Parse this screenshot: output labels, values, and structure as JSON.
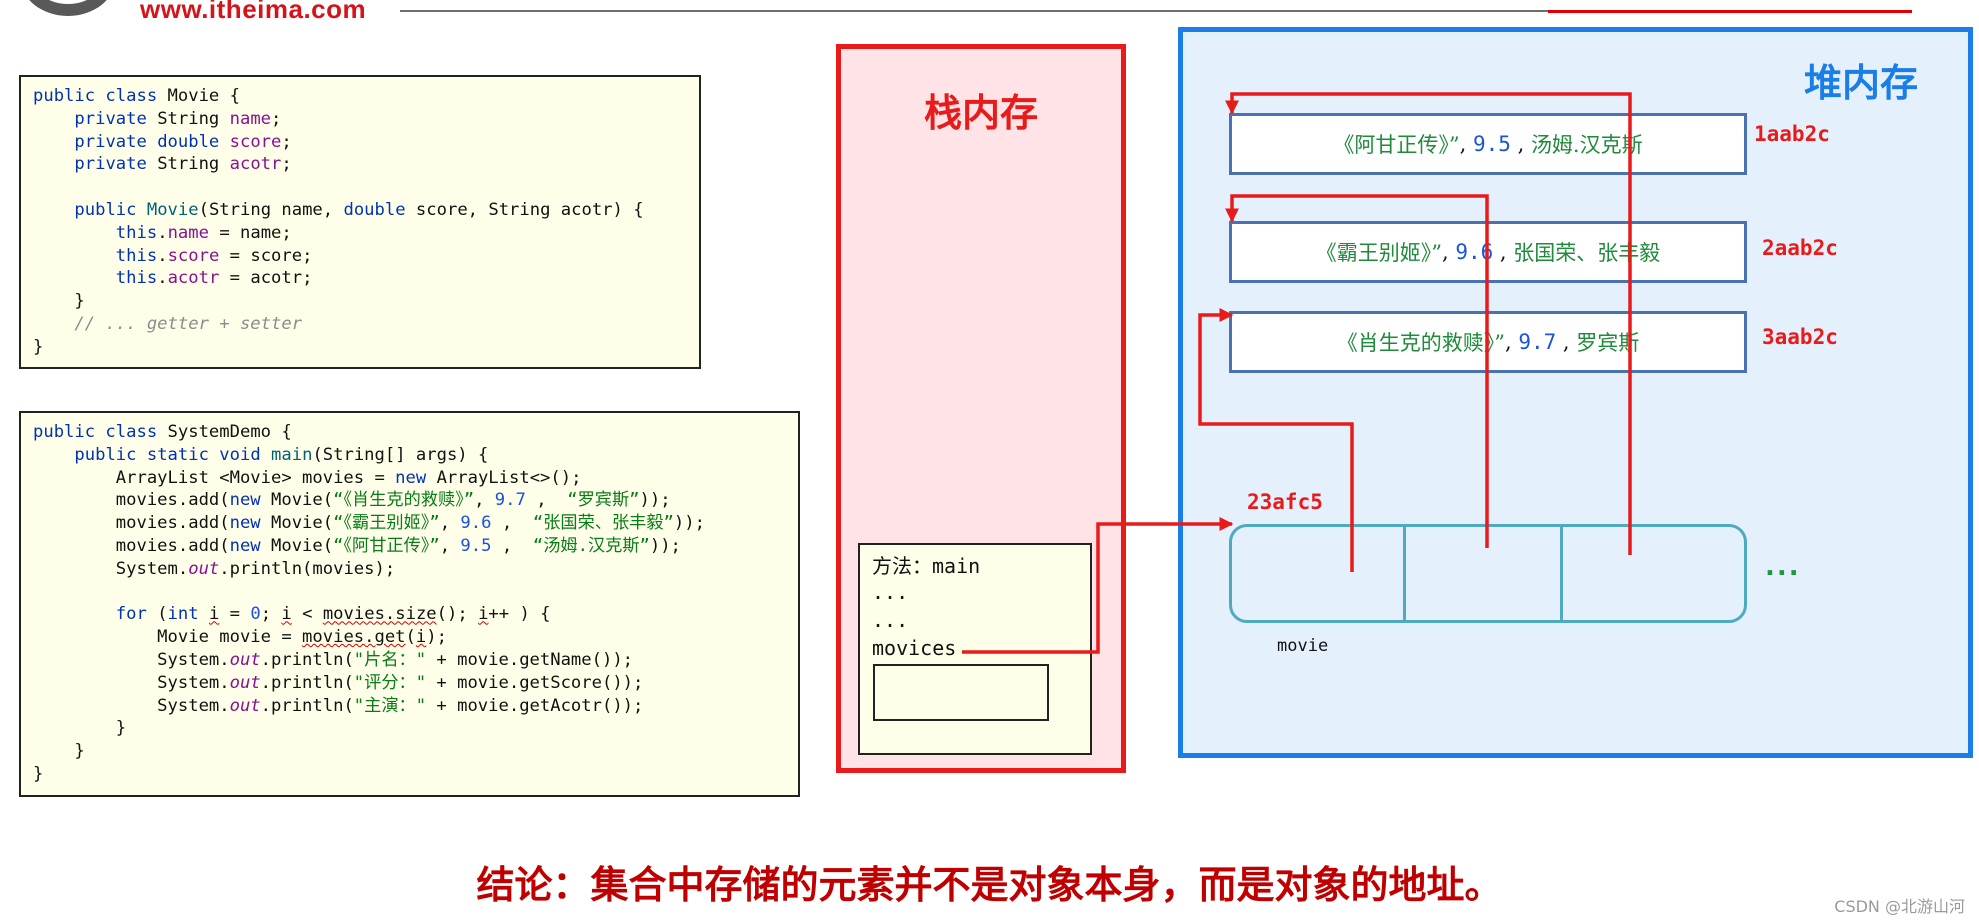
{
  "header": {
    "logo_url_text": "www.itheima.com"
  },
  "code_movie": {
    "lines": [
      "public class Movie {",
      "    private String name;",
      "    private double score;",
      "    private String acotr;",
      "",
      "    public Movie(String name, double score, String acotr) {",
      "        this.name = name;",
      "        this.score = score;",
      "        this.acotr = acotr;",
      "    }",
      "    // ... getter + setter",
      "}"
    ]
  },
  "code_demo": {
    "lines": [
      "public class SystemDemo {",
      "    public static void main(String[] args) {",
      "        ArrayList <Movie> movies = new ArrayList<>();",
      "        movies.add(new Movie(“《肖生克的救赎》”, 9.7 ,  “罗宾斯”));",
      "        movies.add(new Movie(“《霸王别姬》”, 9.6 ,  “张国荣、张丰毅”));",
      "        movies.add(new Movie(“《阿甘正传》”, 9.5 ,  “汤姆.汉克斯”));",
      "        System.out.println(movies);",
      "",
      "        for (int i = 0; i < movies.size(); i++ ) {",
      "            Movie movie = movies.get(i);",
      "            System.out.println(\"片名：\" + movie.getName());",
      "            System.out.println(\"评分：\" + movie.getScore());",
      "            System.out.println(\"主演：\" + movie.getAcotr());",
      "        }",
      "    }",
      "}"
    ]
  },
  "stack": {
    "title": "栈内存",
    "frame_method": "方法：main",
    "frame_dots_1": "...",
    "frame_dots_2": "...",
    "frame_var": "movices"
  },
  "heap": {
    "title": "堆内存",
    "objects": [
      {
        "title": "《阿甘正传》”",
        "score": "9.5",
        "actor": "汤姆.汉克斯",
        "address": "1aab2c"
      },
      {
        "title": "《霸王别姬》”",
        "score": "9.6",
        "actor": "张国荣、张丰毅",
        "address": "2aab2c"
      },
      {
        "title": "《肖生克的救赎》”",
        "score": "9.7",
        "actor": "罗宾斯",
        "address": "3aab2c"
      }
    ],
    "list_address": "23afc5",
    "list_label": "movie",
    "more": "..."
  },
  "colors": {
    "stack_red": "#e81a1a",
    "heap_blue": "#1a7de8",
    "arrow_red": "#e81a1a",
    "list_teal": "#4eaac0"
  },
  "conclusion": "结论：集合中存储的元素并不是对象本身，而是对象的地址。",
  "watermark": "CSDN @北游山河"
}
